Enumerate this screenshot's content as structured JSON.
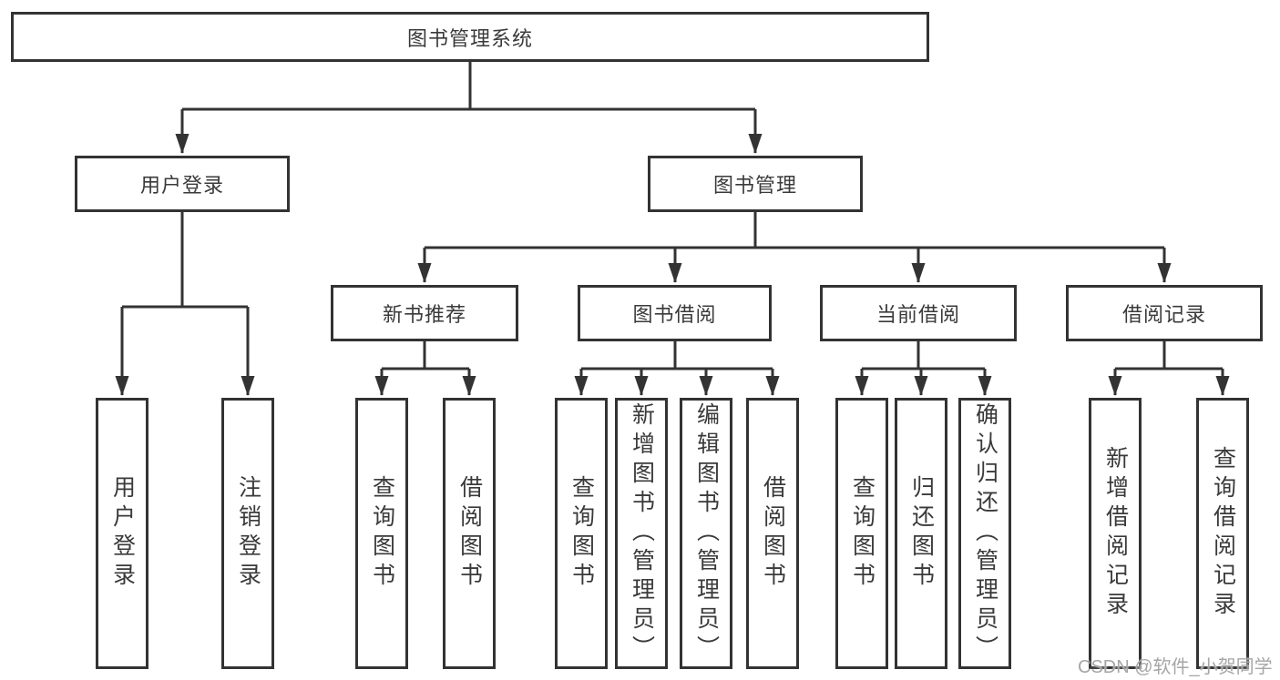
{
  "colors": {
    "line": "#333333",
    "box_border": "#333333",
    "text": "#3a3a3a",
    "background": "#ffffff",
    "watermark": "#a6a6a6"
  },
  "watermark": "CSDN @软件_小贺同学",
  "tree": {
    "label": "图书管理系统",
    "children": [
      {
        "label": "用户登录",
        "children": [
          {
            "label": "用户登录"
          },
          {
            "label": "注销登录"
          }
        ]
      },
      {
        "label": "图书管理",
        "children": [
          {
            "label": "新书推荐",
            "children": [
              {
                "label": "查询图书"
              },
              {
                "label": "借阅图书"
              }
            ]
          },
          {
            "label": "图书借阅",
            "children": [
              {
                "label": "查询图书"
              },
              {
                "label": "新增图书（管理员）"
              },
              {
                "label": "编辑图书（管理员）"
              },
              {
                "label": "借阅图书"
              }
            ]
          },
          {
            "label": "当前借阅",
            "children": [
              {
                "label": "查询图书"
              },
              {
                "label": "归还图书"
              },
              {
                "label": "确认归还（管理员）"
              }
            ]
          },
          {
            "label": "借阅记录",
            "children": [
              {
                "label": "新增借阅记录"
              },
              {
                "label": "查询借阅记录"
              }
            ]
          }
        ]
      }
    ]
  }
}
